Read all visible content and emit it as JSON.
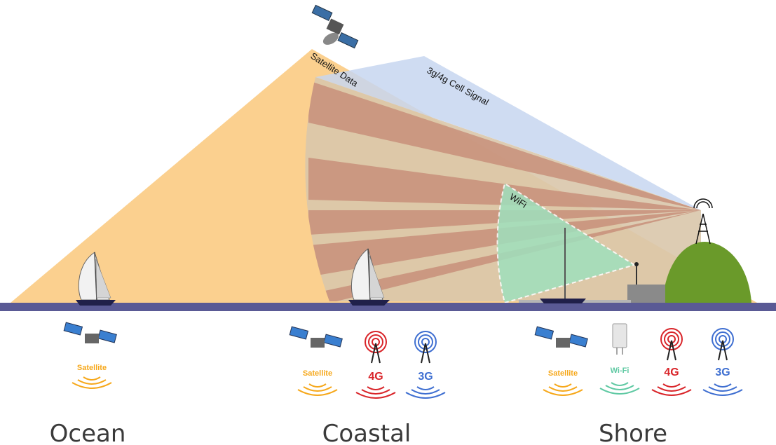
{
  "labels": {
    "satellite_beam": "Satellite Data",
    "cell_beam": "3g/4g Cell Signal",
    "wifi_beam": "WiFi"
  },
  "zones": [
    {
      "name": "Ocean"
    },
    {
      "name": "Coastal"
    },
    {
      "name": "Shore"
    }
  ],
  "icon_texts": {
    "satellite": "Satellite",
    "wifi": "Wi-Fi",
    "four_g": "4G",
    "three_g": "3G"
  },
  "colors": {
    "satellite_beam": "#fbd08f",
    "cell_beam": "#c7d6f0",
    "cell_stripe": "#c88f7a",
    "wifi_beam": "#9fe0bd",
    "sea": "#5a5a95",
    "hill": "#6a9a2a",
    "satellite_orange": "#f6a81b",
    "wifi_green": "#5fc9a3",
    "four_g_red": "#d9252a",
    "three_g_blue": "#3f6fd1"
  }
}
